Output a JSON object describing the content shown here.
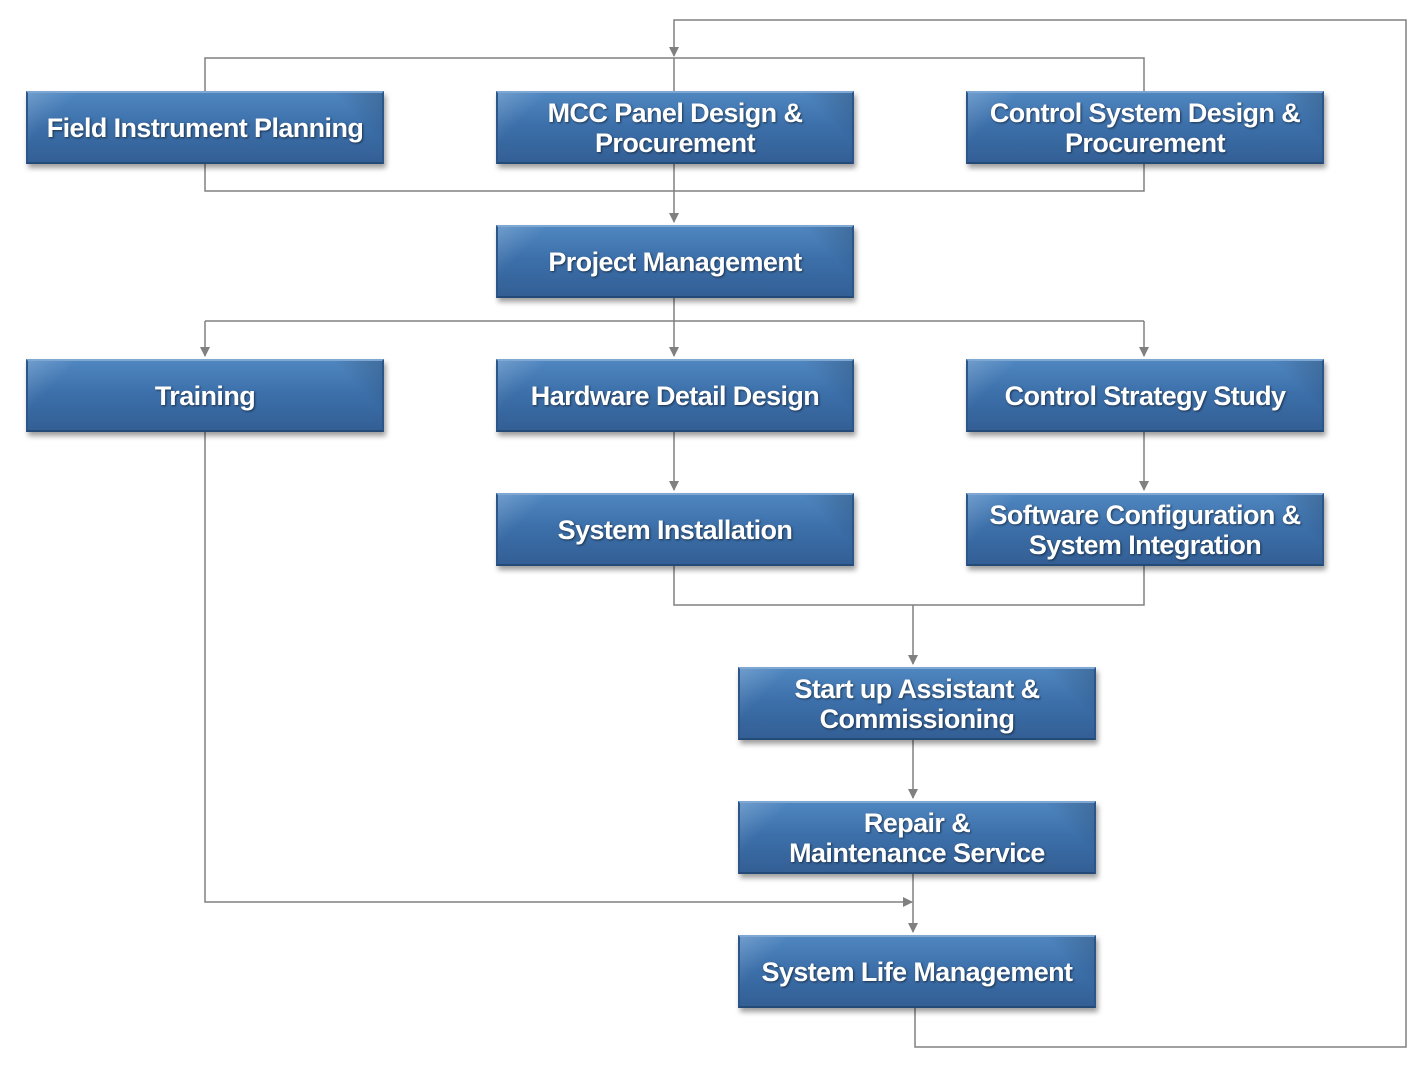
{
  "diagram": {
    "nodes": {
      "field_instrument_planning": "Field Instrument Planning",
      "mcc_panel_design": "MCC Panel Design &\nProcurement",
      "control_system_design": "Control System Design &\nProcurement",
      "project_management": "Project Management",
      "training": "Training",
      "hardware_detail_design": "Hardware Detail Design",
      "control_strategy_study": "Control Strategy Study",
      "system_installation": "System Installation",
      "software_configuration": "Software Configuration &\nSystem Integration",
      "startup_commissioning": "Start up Assistant &\nCommissioning",
      "repair_maintenance": "Repair &\nMaintenance Service",
      "system_life_management": "System Life Management"
    },
    "colors": {
      "node_fill": "#3c6fa9",
      "node_text": "#ffffff",
      "connector": "#808080"
    }
  }
}
